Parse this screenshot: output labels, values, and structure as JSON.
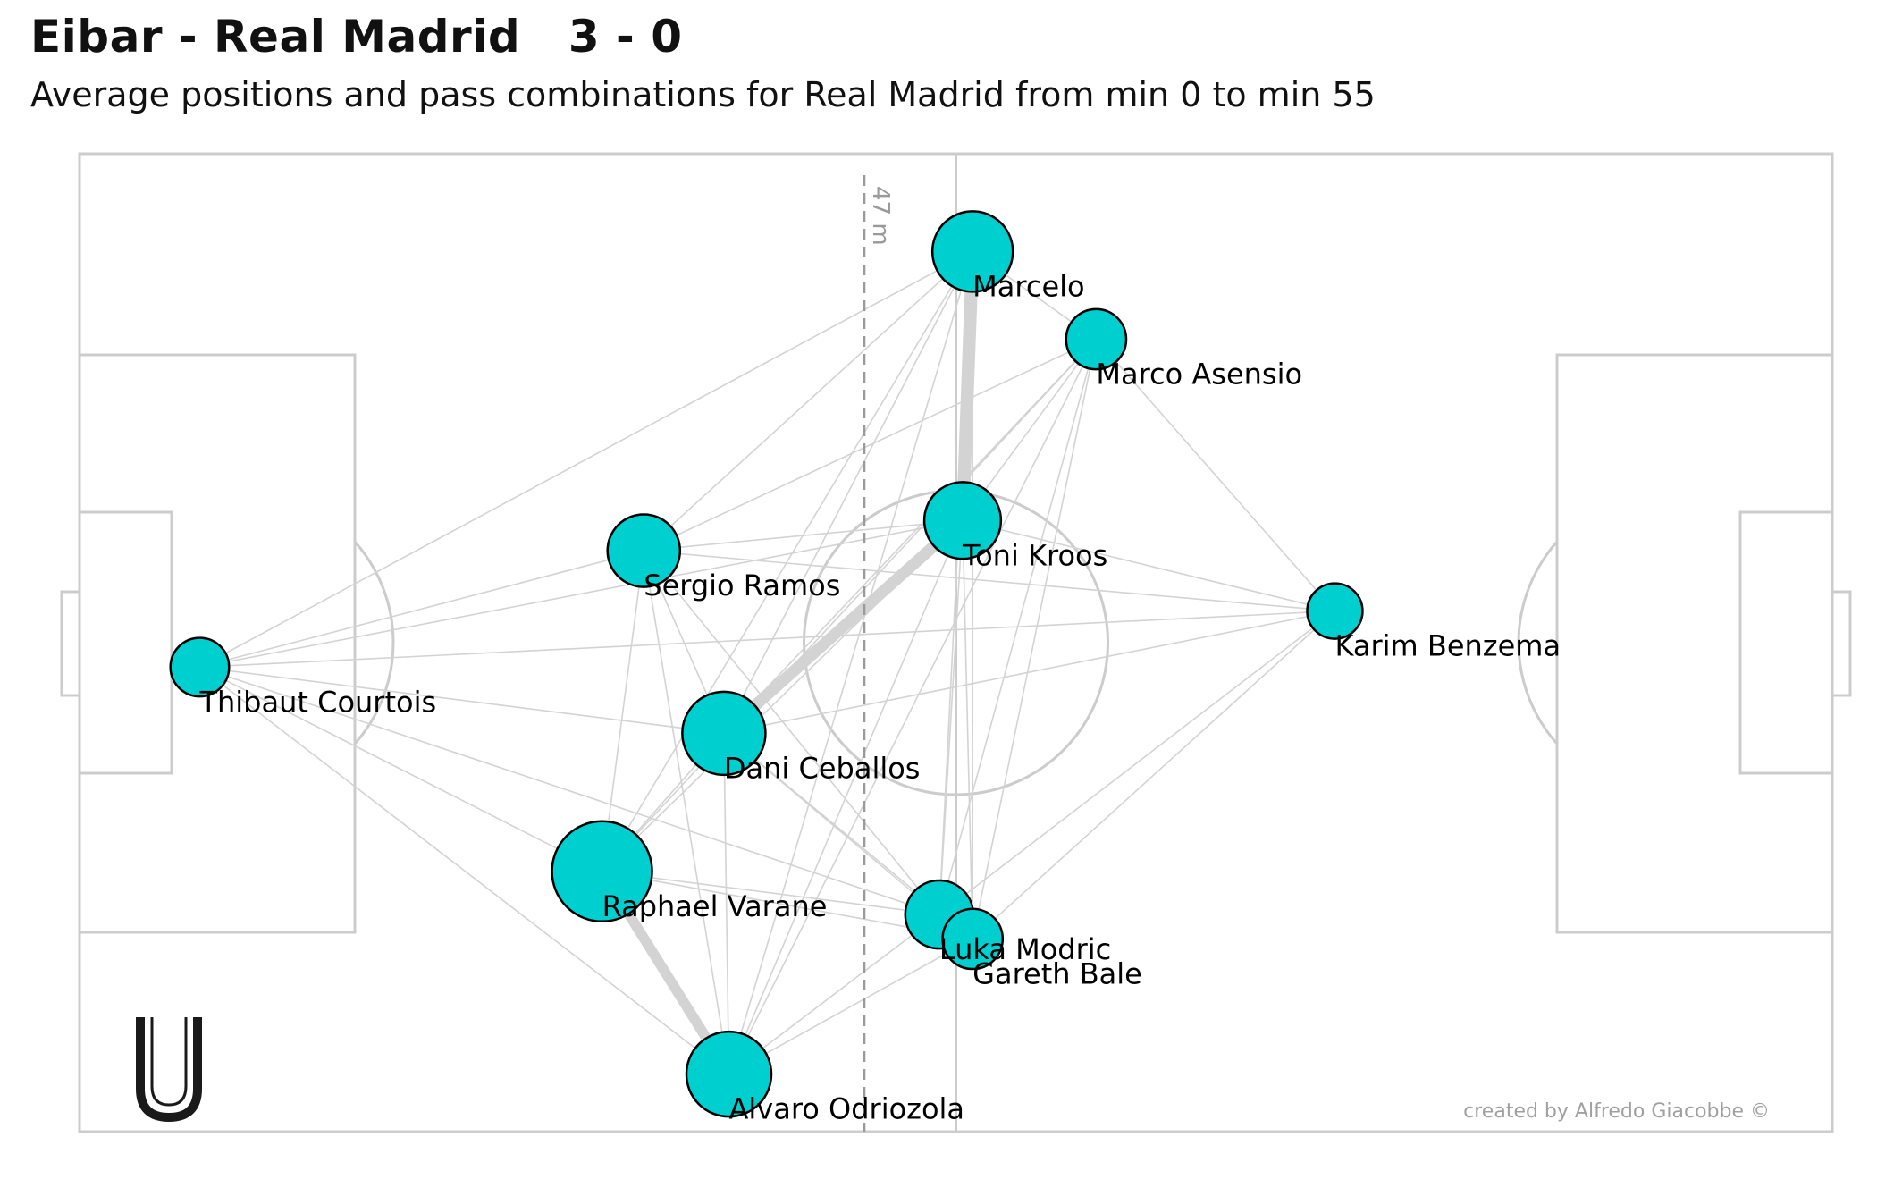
{
  "title": "Eibar - Real Madrid   3 - 0",
  "subtitle": "Average positions and pass combinations for Real Madrid from min 0 to min 55",
  "credit": "created by Alfredo Giacobbe ©",
  "logo_text": "U",
  "colors": {
    "node": "#00cfcf",
    "edge": "#d3d3d3",
    "pitch_line": "#cccccc",
    "avg_line": "#9a9a9a"
  },
  "chart_data": {
    "type": "scatter",
    "pitch": {
      "length_m": 105,
      "width_m": 68
    },
    "avg_line": {
      "x": 47,
      "label": "47 m"
    },
    "players": [
      {
        "name": "Marcelo",
        "x": 53.5,
        "y": 61.2,
        "size": 30
      },
      {
        "name": "Marco Asensio",
        "x": 60.9,
        "y": 55.1,
        "size": 12
      },
      {
        "name": "Toni Kroos",
        "x": 52.9,
        "y": 42.5,
        "size": 26
      },
      {
        "name": "Sergio Ramos",
        "x": 33.8,
        "y": 40.4,
        "size": 22
      },
      {
        "name": "Karim Benzema",
        "x": 75.2,
        "y": 36.2,
        "size": 9
      },
      {
        "name": "Thibaut Courtois",
        "x": 7.2,
        "y": 32.3,
        "size": 11
      },
      {
        "name": "Dani Ceballos",
        "x": 38.6,
        "y": 27.7,
        "size": 33
      },
      {
        "name": "Raphael Varane",
        "x": 31.3,
        "y": 18.1,
        "size": 55
      },
      {
        "name": "Luka Modric",
        "x": 51.5,
        "y": 15.1,
        "size": 18
      },
      {
        "name": "Gareth Bale",
        "x": 53.5,
        "y": 13.4,
        "size": 12
      },
      {
        "name": "Alvaro Odriozola",
        "x": 38.9,
        "y": 4.0,
        "size": 35
      }
    ],
    "passes": [
      [
        "Marcelo",
        "Toni Kroos",
        10
      ],
      [
        "Toni Kroos",
        "Dani Ceballos",
        9
      ],
      [
        "Raphael Varane",
        "Alvaro Odriozola",
        8
      ],
      [
        "Marcelo",
        "Marco Asensio",
        1
      ],
      [
        "Marcelo",
        "Sergio Ramos",
        1
      ],
      [
        "Marcelo",
        "Thibaut Courtois",
        1
      ],
      [
        "Marcelo",
        "Dani Ceballos",
        1
      ],
      [
        "Marcelo",
        "Raphael Varane",
        1
      ],
      [
        "Marcelo",
        "Luka Modric",
        1
      ],
      [
        "Marcelo",
        "Gareth Bale",
        1
      ],
      [
        "Marcelo",
        "Alvaro Odriozola",
        1
      ],
      [
        "Marco Asensio",
        "Toni Kroos",
        1
      ],
      [
        "Marco Asensio",
        "Karim Benzema",
        1
      ],
      [
        "Marco Asensio",
        "Sergio Ramos",
        1
      ],
      [
        "Marco Asensio",
        "Dani Ceballos",
        1
      ],
      [
        "Marco Asensio",
        "Luka Modric",
        1
      ],
      [
        "Marco Asensio",
        "Gareth Bale",
        1
      ],
      [
        "Marco Asensio",
        "Raphael Varane",
        1
      ],
      [
        "Marco Asensio",
        "Alvaro Odriozola",
        1
      ],
      [
        "Toni Kroos",
        "Sergio Ramos",
        1
      ],
      [
        "Toni Kroos",
        "Karim Benzema",
        1
      ],
      [
        "Toni Kroos",
        "Thibaut Courtois",
        1
      ],
      [
        "Toni Kroos",
        "Luka Modric",
        1
      ],
      [
        "Toni Kroos",
        "Gareth Bale",
        1
      ],
      [
        "Toni Kroos",
        "Raphael Varane",
        1
      ],
      [
        "Toni Kroos",
        "Alvaro Odriozola",
        1
      ],
      [
        "Sergio Ramos",
        "Thibaut Courtois",
        1
      ],
      [
        "Sergio Ramos",
        "Dani Ceballos",
        1
      ],
      [
        "Sergio Ramos",
        "Raphael Varane",
        1
      ],
      [
        "Sergio Ramos",
        "Luka Modric",
        1
      ],
      [
        "Sergio Ramos",
        "Alvaro Odriozola",
        1
      ],
      [
        "Sergio Ramos",
        "Karim Benzema",
        1
      ],
      [
        "Karim Benzema",
        "Luka Modric",
        1
      ],
      [
        "Karim Benzema",
        "Gareth Bale",
        1
      ],
      [
        "Karim Benzema",
        "Thibaut Courtois",
        1
      ],
      [
        "Karim Benzema",
        "Dani Ceballos",
        1
      ],
      [
        "Thibaut Courtois",
        "Dani Ceballos",
        1
      ],
      [
        "Thibaut Courtois",
        "Raphael Varane",
        1
      ],
      [
        "Thibaut Courtois",
        "Luka Modric",
        1
      ],
      [
        "Thibaut Courtois",
        "Alvaro Odriozola",
        1
      ],
      [
        "Dani Ceballos",
        "Raphael Varane",
        1
      ],
      [
        "Dani Ceballos",
        "Luka Modric",
        1
      ],
      [
        "Dani Ceballos",
        "Gareth Bale",
        1
      ],
      [
        "Dani Ceballos",
        "Alvaro Odriozola",
        1
      ],
      [
        "Raphael Varane",
        "Luka Modric",
        1
      ],
      [
        "Raphael Varane",
        "Gareth Bale",
        1
      ],
      [
        "Luka Modric",
        "Gareth Bale",
        1
      ],
      [
        "Luka Modric",
        "Alvaro Odriozola",
        1
      ],
      [
        "Gareth Bale",
        "Alvaro Odriozola",
        1
      ]
    ]
  }
}
